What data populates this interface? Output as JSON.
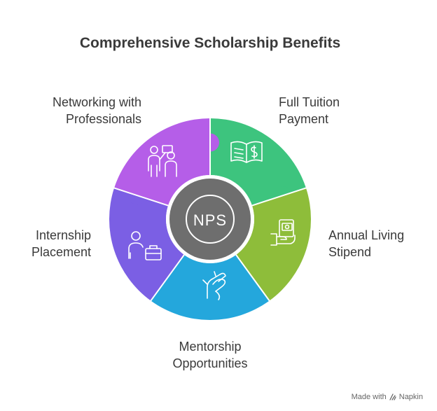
{
  "title": "Comprehensive Scholarship Benefits",
  "center_label": "NPS",
  "segments": [
    {
      "id": "tuition",
      "line1": "Full Tuition",
      "line2": "Payment",
      "color": "#3dc47e",
      "icon": "book-dollar-icon"
    },
    {
      "id": "stipend",
      "line1": "Annual Living",
      "line2": "Stipend",
      "color": "#8ebd3a",
      "icon": "hand-money-icon"
    },
    {
      "id": "mentorship",
      "line1": "Mentorship",
      "line2": "Opportunities",
      "color": "#24a7dc",
      "icon": "helping-hand-icon"
    },
    {
      "id": "internship",
      "line1": "Internship",
      "line2": "Placement",
      "color": "#7b5fe4",
      "icon": "person-briefcase-icon"
    },
    {
      "id": "networking",
      "line1": "Networking with",
      "line2": "Professionals",
      "color": "#b55ee8",
      "icon": "people-presentation-icon"
    }
  ],
  "center_color": "#6e6e6e",
  "brand": {
    "text": "Made with",
    "name": "Napkin"
  }
}
